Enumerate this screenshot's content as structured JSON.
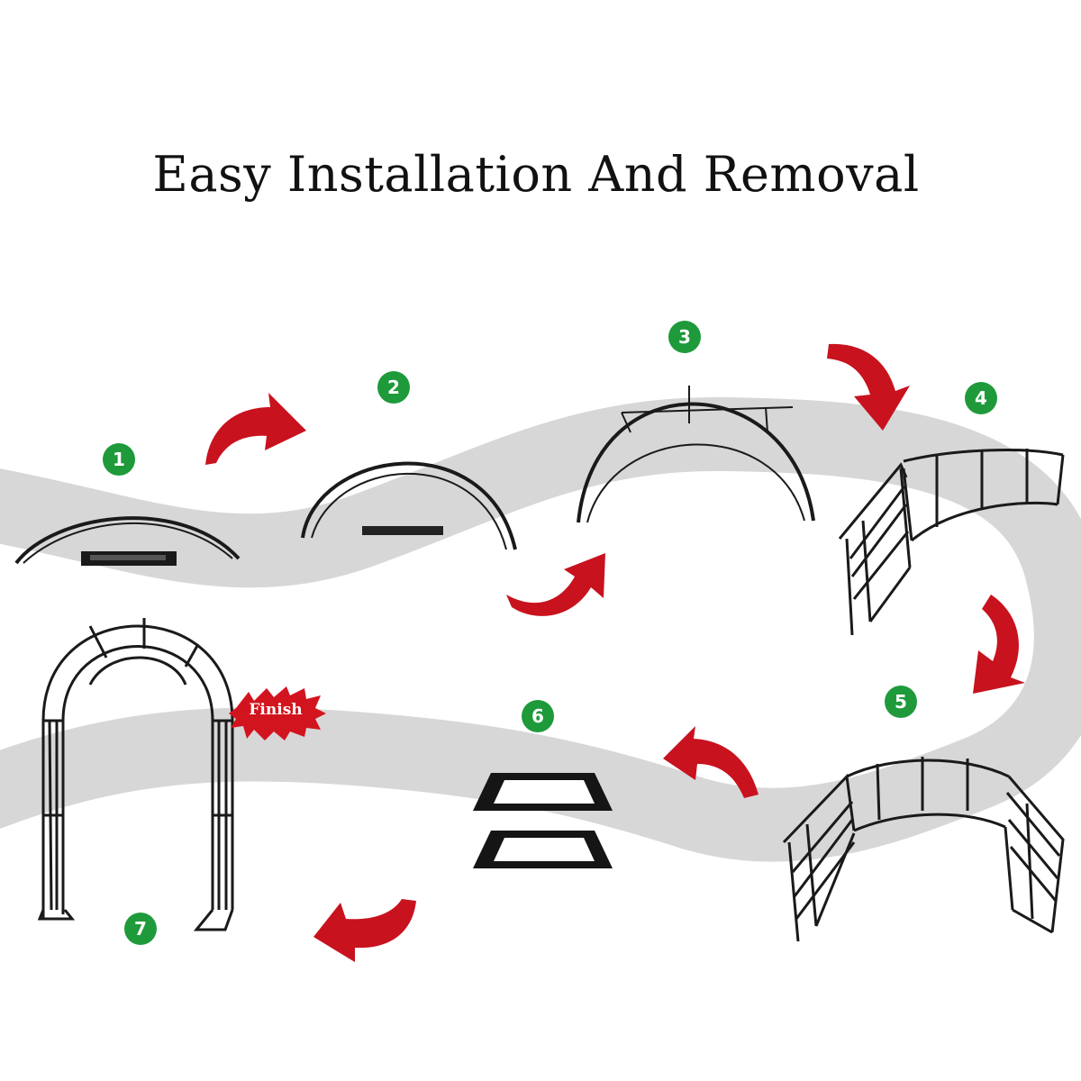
{
  "title": "Easy Installation And Removal",
  "steps": [
    {
      "number": "1"
    },
    {
      "number": "2"
    },
    {
      "number": "3"
    },
    {
      "number": "4"
    },
    {
      "number": "5"
    },
    {
      "number": "6"
    },
    {
      "number": "7"
    }
  ],
  "finish_label": "Finish",
  "colors": {
    "badge_green": "#1e9a3a",
    "arrow_red": "#c8121e",
    "path_gray": "#d7d7d7",
    "frame_black": "#1a1a1a",
    "title_text": "#111111"
  },
  "icons": [
    "curved-arrow-icon",
    "finish-burst-icon",
    "arch-frame-icon",
    "base-plate-icon"
  ]
}
